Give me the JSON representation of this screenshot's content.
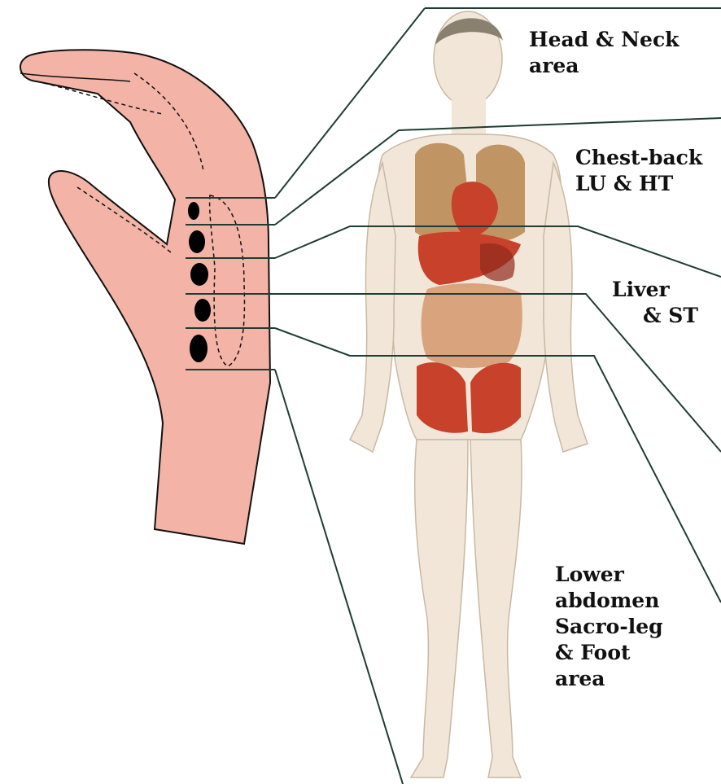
{
  "regions": {
    "head_neck": {
      "line1": "Head & Neck",
      "line2": "area"
    },
    "chest_back": {
      "line1": "Chest-back",
      "line2": "LU & HT"
    },
    "liver": {
      "line1": "Liver",
      "line2": "& ST"
    },
    "lower": {
      "line1": "Lower",
      "line2": "abdomen",
      "line3": "Sacro-leg",
      "line4": "& Foot",
      "line5": "area"
    }
  },
  "colors": {
    "hand_skin": "#f3b3a6",
    "body_skin": "#f1e6d8",
    "organ_red": "#c8412a",
    "organ_dark": "#8e2a1c",
    "intestine": "#d9a47d",
    "guide_line": "#1f3d33",
    "pulse_dot": "#000000"
  },
  "icons": [
    "hand-illustration",
    "human-body-illustration",
    "pulse-point-icon"
  ]
}
